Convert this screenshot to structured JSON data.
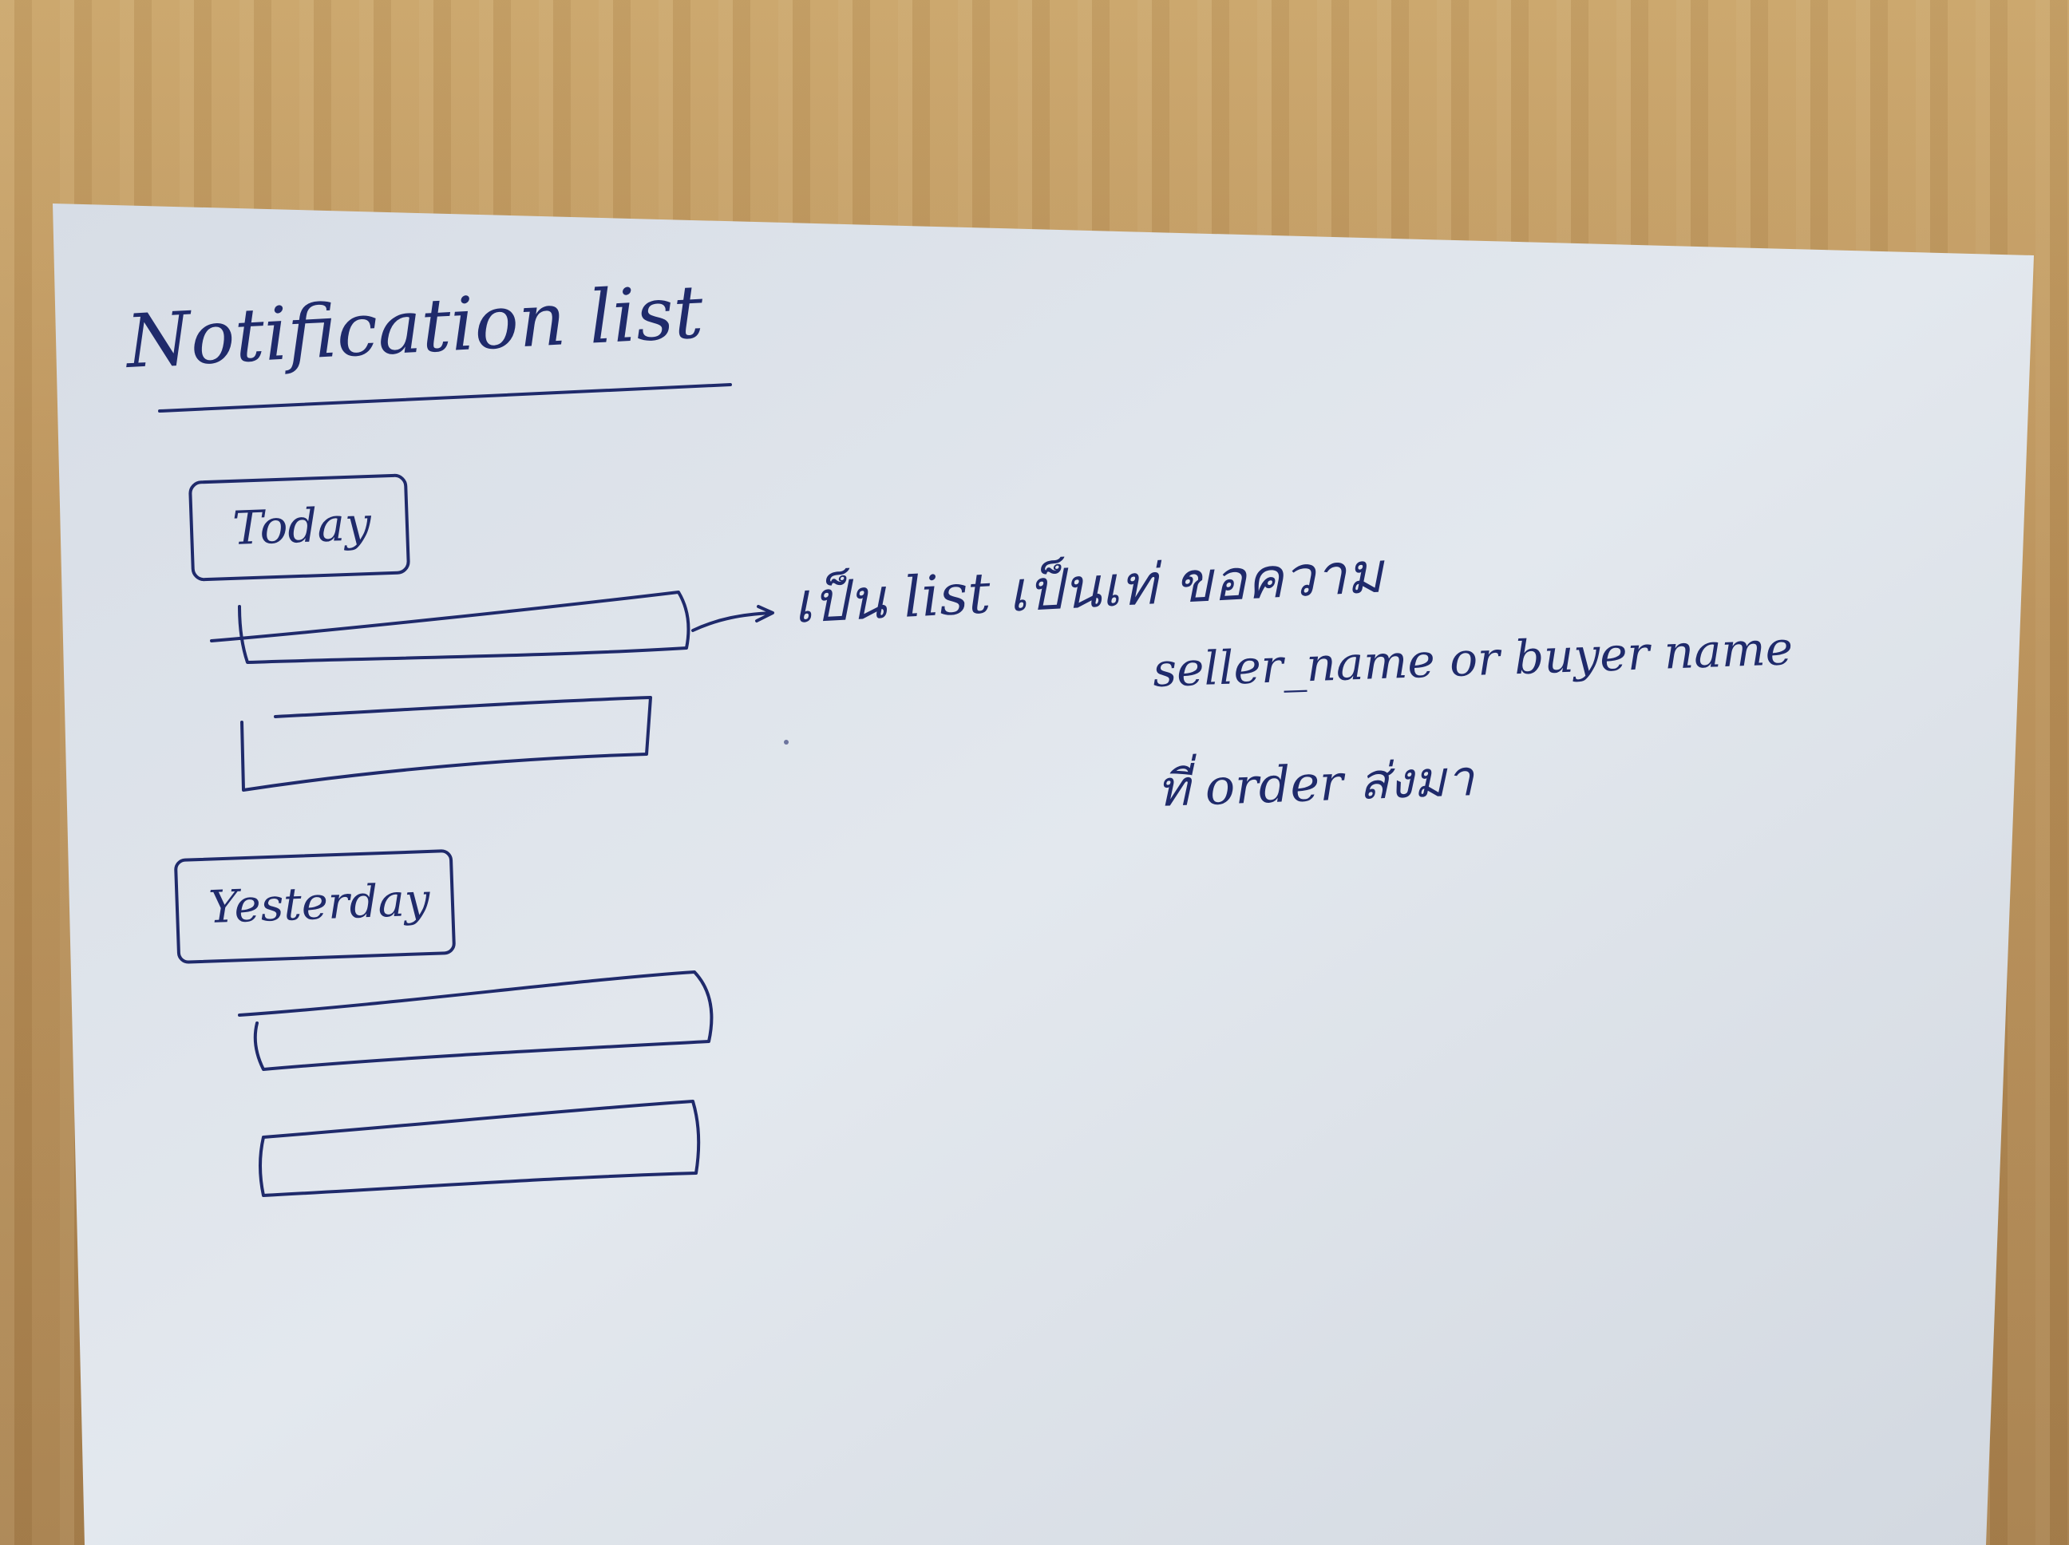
{
  "sketch": {
    "title": "Notification list",
    "sections": [
      {
        "label": "Today"
      },
      {
        "label": "Yesterday"
      }
    ],
    "note": {
      "line1": "เป็น list เป็นเท่ ขอความ",
      "line2": "seller_name or buyer name",
      "line3": "ที่ order ส่งมา"
    }
  },
  "colors": {
    "ink": "#1f2a6b",
    "paper": "#dfe5ec",
    "desk": "#b88f58"
  }
}
